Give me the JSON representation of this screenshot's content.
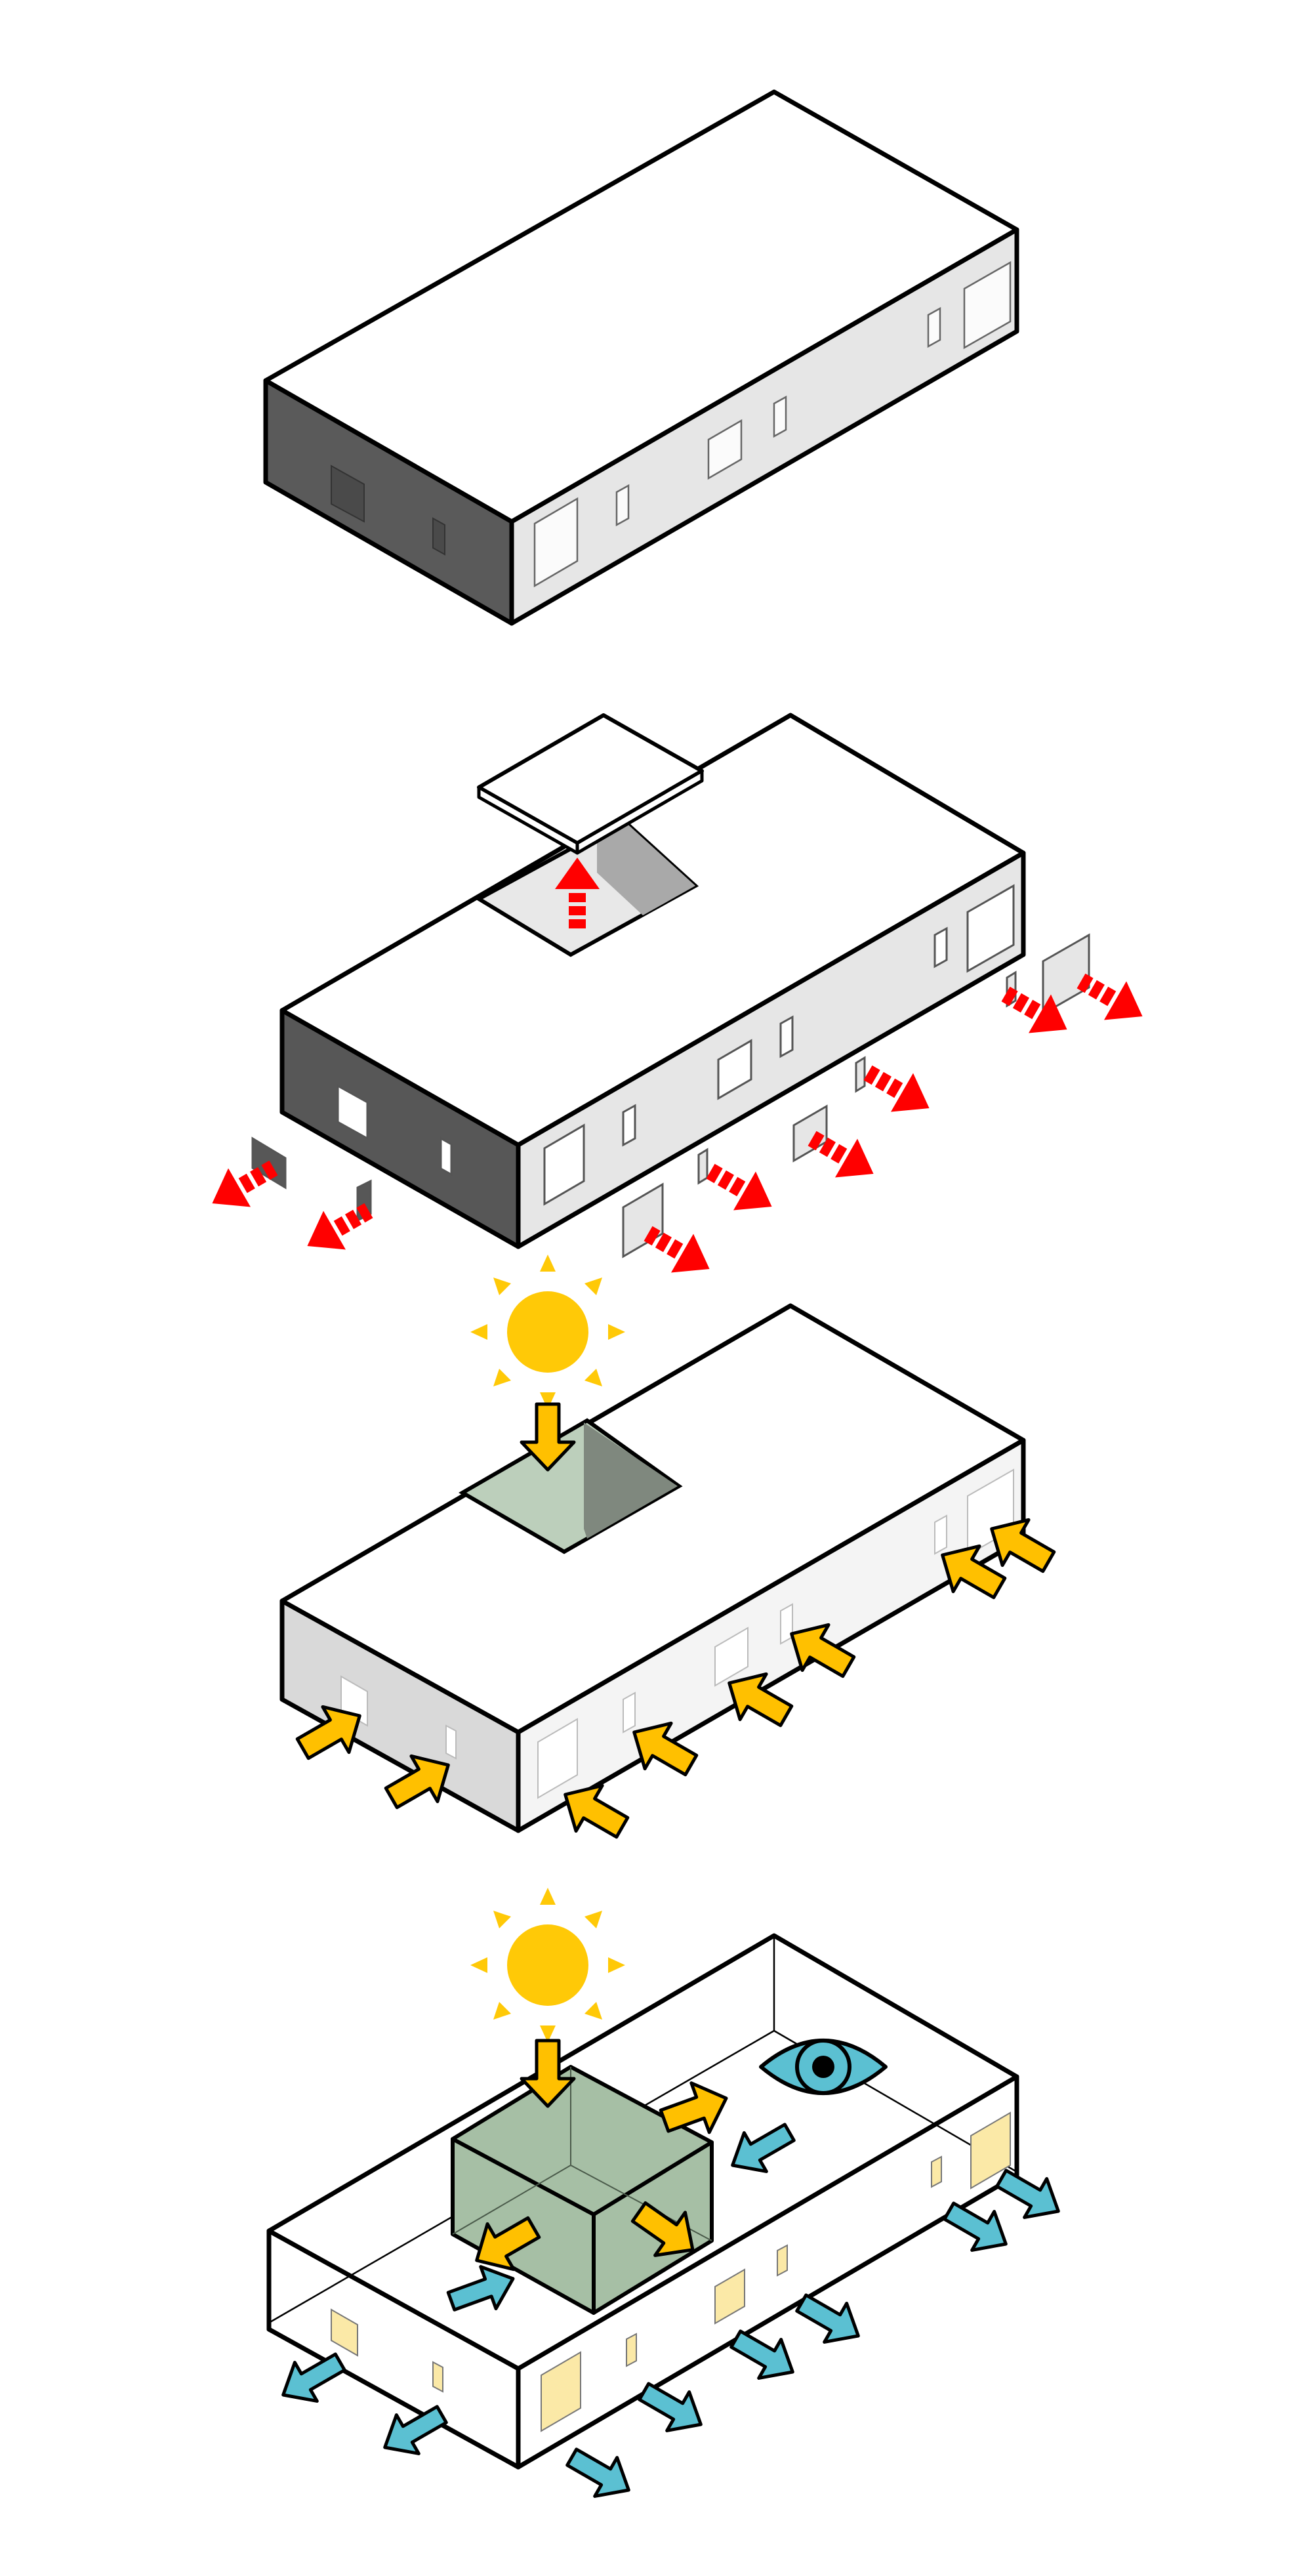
{
  "diagram": {
    "stages": [
      {
        "name": "stage-1-closed-box"
      },
      {
        "name": "stage-2-openings-removed"
      },
      {
        "name": "stage-3-daylight-entering"
      },
      {
        "name": "stage-4-courtyard-views"
      }
    ]
  },
  "colors": {
    "outline": "#000000",
    "roof": "#ffffff",
    "dark_face": "#5a5a5a",
    "light_face": "#e6e6e6",
    "pale_face": "#f4f4f4",
    "side_pale": "#d9d9d9",
    "removal_arrow": "#ff0000",
    "sun": "#ffc907",
    "sun_arrow": "#ffc000",
    "view_arrow": "#5bc0d2",
    "courtyard_green": "#a6bfa5",
    "courtyard_green_dark": "#8aa689",
    "window_glow": "#fbe9a7"
  },
  "icons": [
    "sun-icon",
    "eye-icon"
  ]
}
